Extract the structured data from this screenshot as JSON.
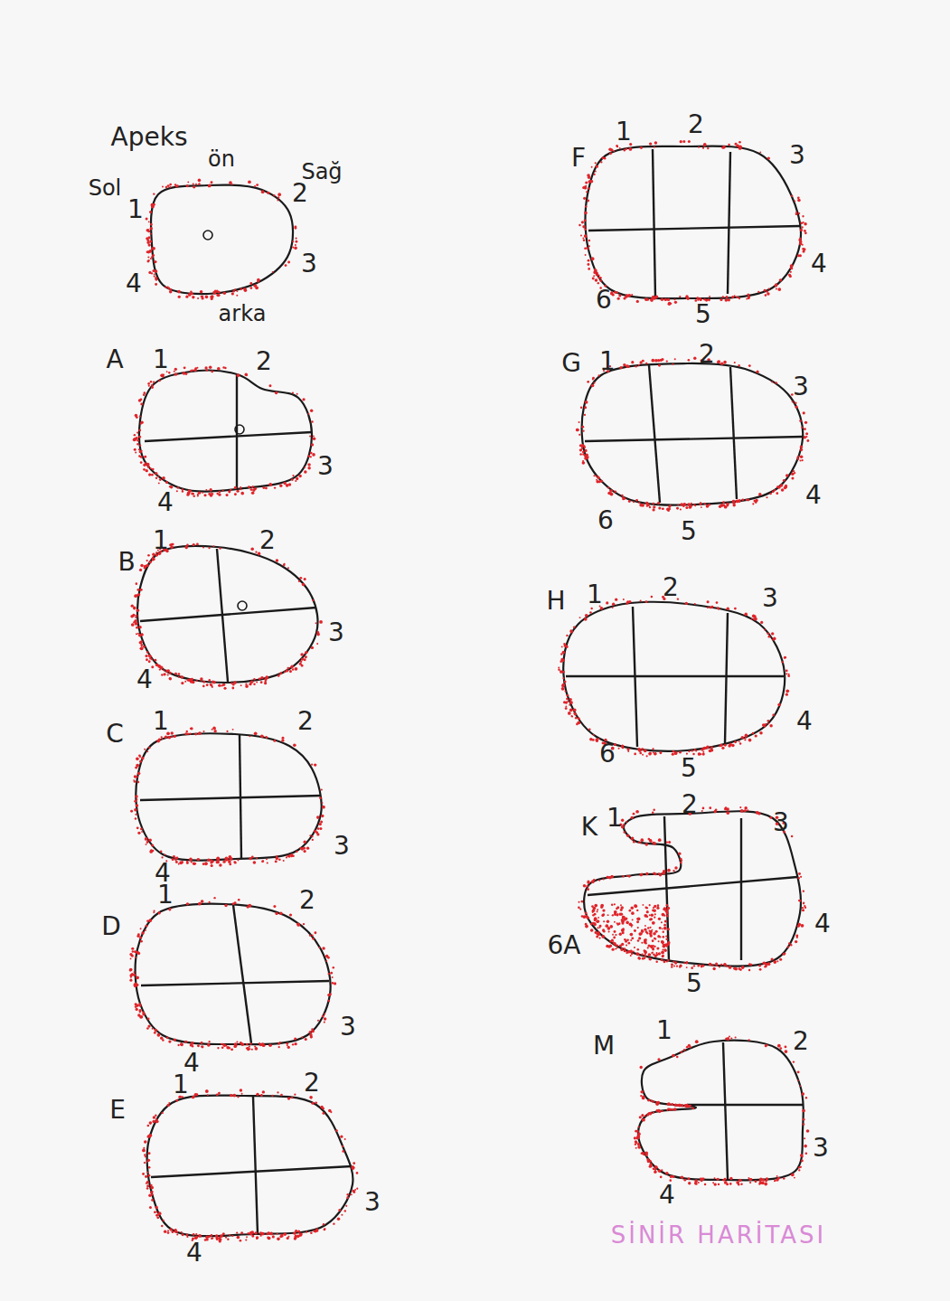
{
  "diagram": {
    "title": "SİNİR HARİTASI",
    "nodes": [
      {
        "text": [
          "Apeks"
        ]
      },
      {
        "text": [
          "A"
        ]
      },
      {
        "text": [
          "B"
        ]
      },
      {
        "text": [
          "C"
        ]
      },
      {
        "text": [
          "D"
        ]
      },
      {
        "text": [
          "E"
        ]
      },
      {
        "text": [
          "F"
        ]
      },
      {
        "text": [
          "G"
        ]
      },
      {
        "text": [
          "H"
        ]
      },
      {
        "text": [
          "K"
        ]
      },
      {
        "text": [
          "M"
        ]
      }
    ],
    "labels": [
      "ön",
      "Sol",
      "Sağ",
      "1",
      "2",
      "3",
      "4",
      "arka",
      "1",
      "2",
      "3",
      "4",
      "1",
      "2",
      "3",
      "4",
      "1",
      "2",
      "3",
      "4",
      "1",
      "2",
      "3",
      "4",
      "1",
      "2",
      "3",
      "4",
      "1",
      "2",
      "3",
      "4",
      "5",
      "6",
      "1",
      "2",
      "3",
      "4",
      "5",
      "6",
      "1",
      "2",
      "3",
      "4",
      "5",
      "6",
      "1",
      "2",
      "3",
      "4",
      "5",
      "6A",
      "1",
      "2",
      "3",
      "4"
    ]
  }
}
